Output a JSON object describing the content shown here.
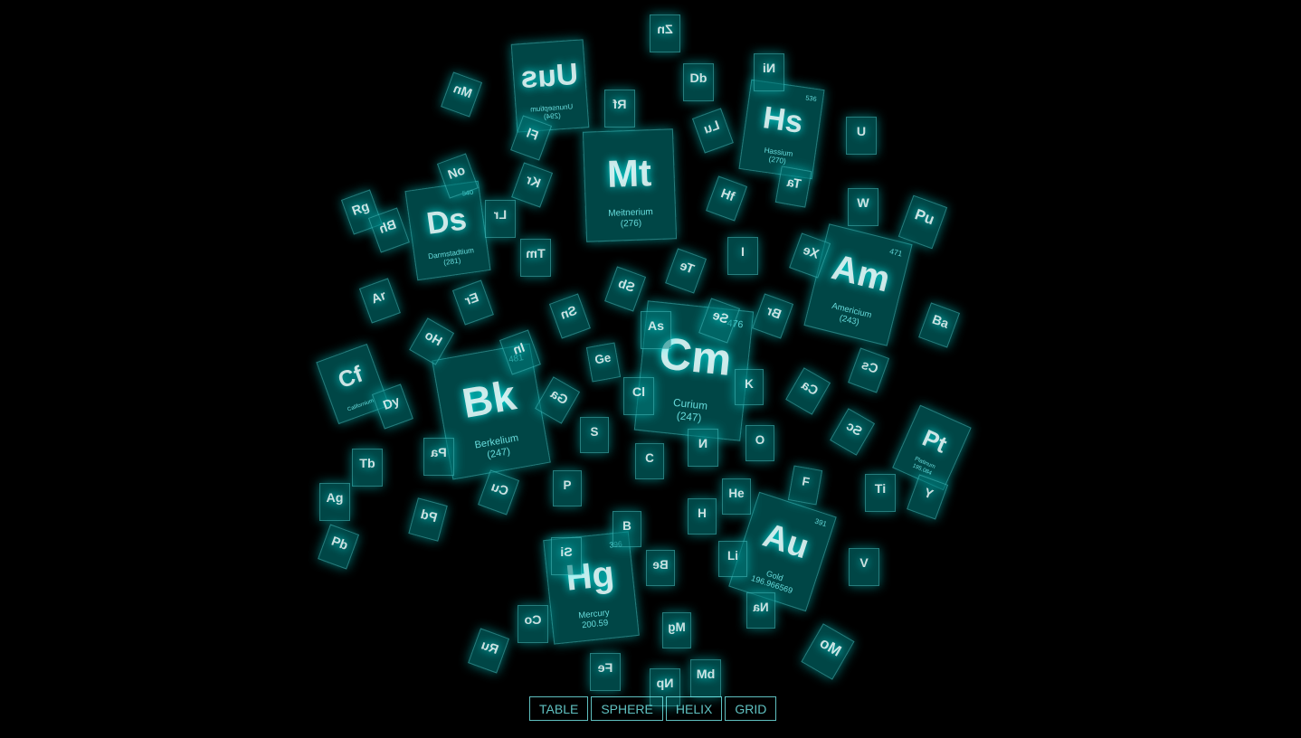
{
  "menu": {
    "table_label": "TABLE",
    "sphere_label": "SPHERE",
    "helix_label": "HELIX",
    "grid_label": "GRID"
  },
  "colors": {
    "background": "#000000",
    "card_fill": "rgba(0,127,127,0.55)",
    "card_glow": "#00ffff",
    "accent_text": "#7fffff"
  },
  "elements": [
    {
      "symbol": "Cm",
      "name": "Curium",
      "mass": "(247)",
      "number": "476"
    },
    {
      "symbol": "Mt",
      "name": "Meitnerium",
      "mass": "(276)",
      "number": ""
    },
    {
      "symbol": "Bk",
      "name": "Berkelium",
      "mass": "(247)",
      "number": "481"
    },
    {
      "symbol": "Am",
      "name": "Americium",
      "mass": "(243)",
      "number": "471"
    },
    {
      "symbol": "Hg",
      "name": "Mercury",
      "mass": "200.59",
      "number": "396"
    },
    {
      "symbol": "Au",
      "name": "Gold",
      "mass": "196.966569",
      "number": "391"
    },
    {
      "symbol": "Ds",
      "name": "Darmstadtium",
      "mass": "(281)",
      "number": "540"
    },
    {
      "symbol": "Hs",
      "name": "Hassium",
      "mass": "(270)",
      "number": "536"
    },
    {
      "symbol": "Uus",
      "name": "Ununseptium",
      "mass": "(294)",
      "number": ""
    },
    {
      "symbol": "Cf",
      "name": "Californium",
      "mass": "",
      "number": ""
    },
    {
      "symbol": "Pt",
      "name": "Platinum",
      "mass": "195.084",
      "number": ""
    },
    {
      "symbol": "Ga",
      "name": "",
      "mass": "",
      "number": ""
    },
    {
      "symbol": "Ge",
      "name": "",
      "mass": "",
      "number": ""
    },
    {
      "symbol": "S",
      "name": "",
      "mass": "",
      "number": ""
    },
    {
      "symbol": "C",
      "name": "",
      "mass": "",
      "number": ""
    },
    {
      "symbol": "P",
      "name": "",
      "mass": "",
      "number": ""
    },
    {
      "symbol": "B",
      "name": "",
      "mass": "",
      "number": ""
    },
    {
      "symbol": "H",
      "name": "",
      "mass": "",
      "number": ""
    },
    {
      "symbol": "He",
      "name": "",
      "mass": "",
      "number": ""
    },
    {
      "symbol": "Li",
      "name": "",
      "mass": "",
      "number": ""
    },
    {
      "symbol": "Be",
      "name": "",
      "mass": "",
      "number": ""
    },
    {
      "symbol": "Mg",
      "name": "",
      "mass": "",
      "number": ""
    },
    {
      "symbol": "Na",
      "name": "",
      "mass": "",
      "number": ""
    },
    {
      "symbol": "O",
      "name": "",
      "mass": "",
      "number": ""
    },
    {
      "symbol": "F",
      "name": "",
      "mass": "",
      "number": ""
    },
    {
      "symbol": "K",
      "name": "",
      "mass": "",
      "number": ""
    },
    {
      "symbol": "Ca",
      "name": "",
      "mass": "",
      "number": ""
    },
    {
      "symbol": "Sc",
      "name": "",
      "mass": "",
      "number": ""
    },
    {
      "symbol": "Ti",
      "name": "",
      "mass": "",
      "number": ""
    },
    {
      "symbol": "V",
      "name": "",
      "mass": "",
      "number": ""
    },
    {
      "symbol": "Cu",
      "name": "",
      "mass": "",
      "number": ""
    },
    {
      "symbol": "Co",
      "name": "",
      "mass": "",
      "number": ""
    },
    {
      "symbol": "Fe",
      "name": "",
      "mass": "",
      "number": ""
    },
    {
      "symbol": "Pd",
      "name": "",
      "mass": "",
      "number": ""
    },
    {
      "symbol": "Tb",
      "name": "",
      "mass": "",
      "number": ""
    },
    {
      "symbol": "Pa",
      "name": "",
      "mass": "",
      "number": ""
    },
    {
      "symbol": "Ho",
      "name": "",
      "mass": "",
      "number": ""
    },
    {
      "symbol": "Dy",
      "name": "",
      "mass": "",
      "number": ""
    },
    {
      "symbol": "Ar",
      "name": "",
      "mass": "",
      "number": ""
    },
    {
      "symbol": "Cl",
      "name": "",
      "mass": "",
      "number": ""
    },
    {
      "symbol": "As",
      "name": "",
      "mass": "",
      "number": ""
    },
    {
      "symbol": "Se",
      "name": "",
      "mass": "",
      "number": ""
    },
    {
      "symbol": "Br",
      "name": "",
      "mass": "",
      "number": ""
    },
    {
      "symbol": "Kr",
      "name": "",
      "mass": "",
      "number": ""
    },
    {
      "symbol": "Xe",
      "name": "",
      "mass": "",
      "number": ""
    },
    {
      "symbol": "I",
      "name": "",
      "mass": "",
      "number": ""
    },
    {
      "symbol": "Te",
      "name": "",
      "mass": "",
      "number": ""
    },
    {
      "symbol": "Sb",
      "name": "",
      "mass": "",
      "number": ""
    },
    {
      "symbol": "Sn",
      "name": "",
      "mass": "",
      "number": ""
    },
    {
      "symbol": "In",
      "name": "",
      "mass": "",
      "number": ""
    },
    {
      "symbol": "Tm",
      "name": "",
      "mass": "",
      "number": ""
    },
    {
      "symbol": "Er",
      "name": "",
      "mass": "",
      "number": ""
    },
    {
      "symbol": "Ta",
      "name": "",
      "mass": "",
      "number": ""
    },
    {
      "symbol": "Hf",
      "name": "",
      "mass": "",
      "number": ""
    },
    {
      "symbol": "Lu",
      "name": "",
      "mass": "",
      "number": ""
    },
    {
      "symbol": "W",
      "name": "",
      "mass": "",
      "number": ""
    },
    {
      "symbol": "Rf",
      "name": "",
      "mass": "",
      "number": ""
    },
    {
      "symbol": "Db",
      "name": "",
      "mass": "",
      "number": ""
    },
    {
      "symbol": "Lr",
      "name": "",
      "mass": "",
      "number": ""
    },
    {
      "symbol": "Fl",
      "name": "",
      "mass": "",
      "number": ""
    },
    {
      "symbol": "No",
      "name": "",
      "mass": "",
      "number": ""
    },
    {
      "symbol": "Rg",
      "name": "",
      "mass": "",
      "number": ""
    },
    {
      "symbol": "Bh",
      "name": "",
      "mass": "",
      "number": ""
    },
    {
      "symbol": "U",
      "name": "",
      "mass": "",
      "number": ""
    },
    {
      "symbol": "Pu",
      "name": "",
      "mass": "",
      "number": ""
    },
    {
      "symbol": "Ba",
      "name": "",
      "mass": "",
      "number": ""
    },
    {
      "symbol": "Cs",
      "name": "",
      "mass": "",
      "number": ""
    },
    {
      "symbol": "Y",
      "name": "",
      "mass": "",
      "number": ""
    },
    {
      "symbol": "Mo",
      "name": "",
      "mass": "",
      "number": ""
    },
    {
      "symbol": "Ni",
      "name": "",
      "mass": "",
      "number": ""
    },
    {
      "symbol": "Ag",
      "name": "",
      "mass": "",
      "number": ""
    },
    {
      "symbol": "Pb",
      "name": "",
      "mass": "",
      "number": ""
    },
    {
      "symbol": "Md",
      "name": "",
      "mass": "",
      "number": ""
    },
    {
      "symbol": "Np",
      "name": "",
      "mass": "",
      "number": ""
    },
    {
      "symbol": "Ru",
      "name": "",
      "mass": "",
      "number": ""
    },
    {
      "symbol": "Mn",
      "name": "",
      "mass": "",
      "number": ""
    },
    {
      "symbol": "Si",
      "name": "",
      "mass": "",
      "number": ""
    },
    {
      "symbol": "N",
      "name": "",
      "mass": "",
      "number": ""
    },
    {
      "symbol": "Zn",
      "name": "",
      "mass": "",
      "number": ""
    }
  ]
}
